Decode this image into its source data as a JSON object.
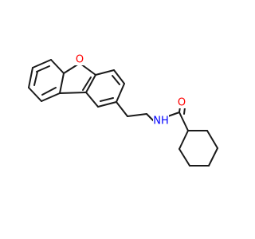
{
  "molecule": {
    "atoms": {
      "oxygen_ring": {
        "symbol": "O",
        "color": "#ff0000"
      },
      "nitrogen_amide": {
        "symbol": "NH",
        "color": "#0000ff"
      },
      "oxygen_carbonyl": {
        "symbol": "O",
        "color": "#ff0000"
      }
    },
    "bond_color": "#1a1a1a",
    "background": "#ffffff"
  }
}
